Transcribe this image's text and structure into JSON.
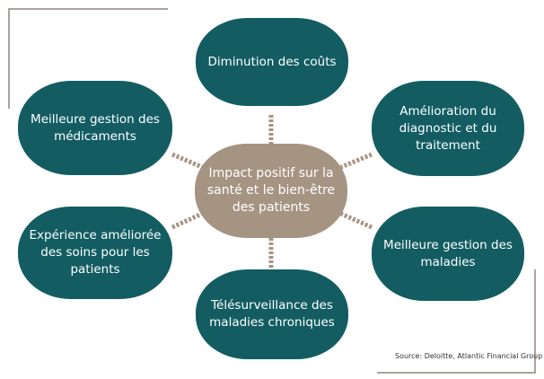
{
  "center": "Impact positif sur la santé et le bien-être des patients",
  "nodes": {
    "top": "Diminution des coûts",
    "top_left": "Meilleure gestion des médicaments",
    "top_right": "Amélioration du diagnostic et du traitement",
    "left": "Expérience améliorée des soins pour les patients",
    "right": "Meilleure gestion des maladies",
    "bottom": "Télésurveillance des maladies chroniques"
  },
  "source": "Source: Deloitte, Atlantic Financial Group",
  "colors": {
    "node": "#135d62",
    "center": "#a69483",
    "connector": "#a69483"
  }
}
